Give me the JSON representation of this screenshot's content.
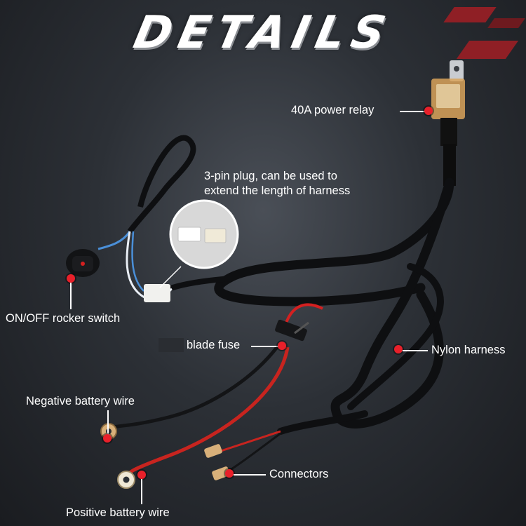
{
  "header": {
    "title": "DETAILS"
  },
  "labels": {
    "relay": "40A power relay",
    "plug_line1": "3-pin plug, can be used to",
    "plug_line2": "extend the length of harness",
    "switch": "ON/OFF rocker switch",
    "fuse": "blade fuse",
    "nylon": "Nylon harness",
    "negative": "Negative battery wire",
    "connectors": "Connectors",
    "positive": "Positive battery wire"
  },
  "colors": {
    "accent": "#e8202a",
    "text": "#ffffff",
    "background": "#2c3036"
  }
}
